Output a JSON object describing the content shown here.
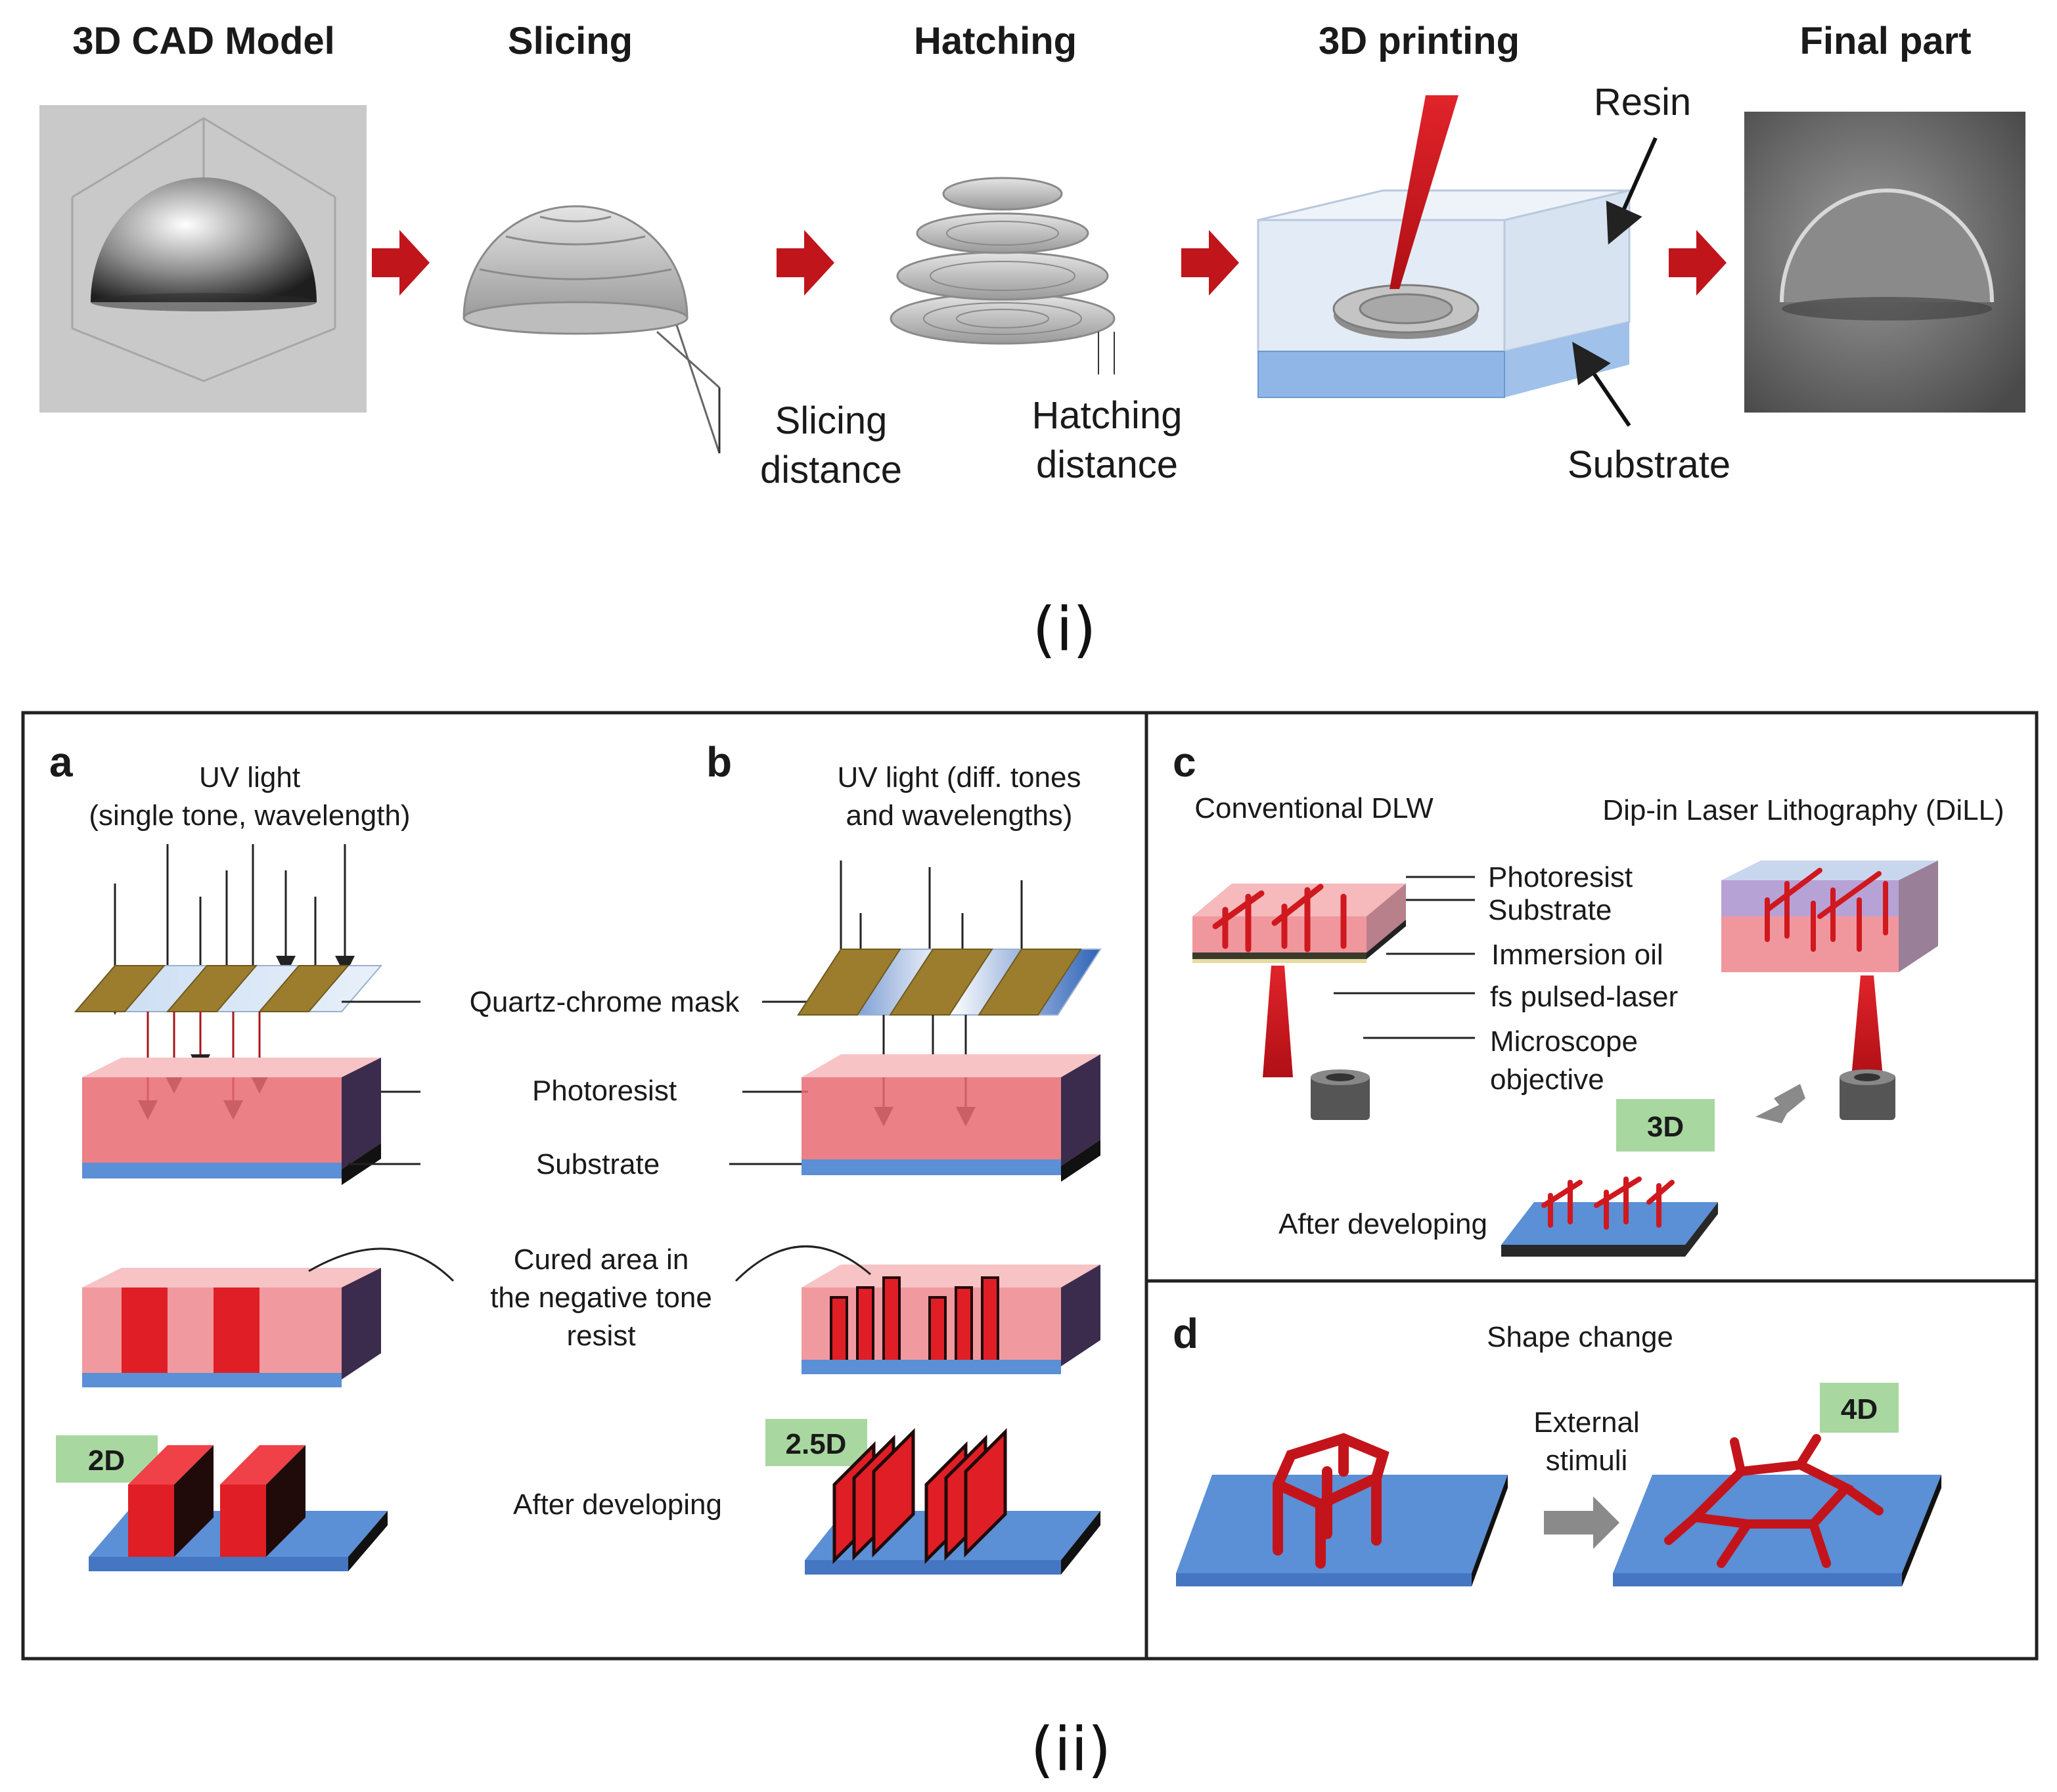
{
  "top": {
    "steps": [
      {
        "title": "3D CAD Model"
      },
      {
        "title": "Slicing"
      },
      {
        "title": "Hatching"
      },
      {
        "title": "3D printing"
      },
      {
        "title": "Final part"
      }
    ],
    "slicing_distance": [
      "Slicing",
      "distance"
    ],
    "hatching_distance": [
      "Hatching",
      "distance"
    ],
    "resin_label": "Resin",
    "substrate_label": "Substrate",
    "caption": "(i)"
  },
  "bottom": {
    "caption": "(ii)",
    "panel_a": {
      "letter": "a",
      "uv_light": [
        "UV light",
        "(single tone, wavelength)"
      ],
      "badge": "2D"
    },
    "panel_b": {
      "letter": "b",
      "uv_light": [
        "UV light (diff. tones",
        "and wavelengths)"
      ],
      "badge": "2.5D"
    },
    "shared_labels": {
      "mask": "Quartz-chrome mask",
      "photoresist": "Photoresist",
      "substrate": "Substrate",
      "cured": [
        "Cured area in",
        "the negative tone",
        "resist"
      ],
      "after_developing": "After developing"
    },
    "panel_c": {
      "letter": "c",
      "conventional": "Conventional DLW",
      "dill": "Dip-in Laser Lithography (DiLL)",
      "labels": [
        "Photoresist",
        "Substrate",
        "Immersion oil",
        "fs pulsed-laser",
        "Microscope",
        "objective"
      ],
      "badge": "3D",
      "after_developing": "After developing"
    },
    "panel_d": {
      "letter": "d",
      "shape_change": "Shape change",
      "external": [
        "External",
        "stimuli"
      ],
      "badge": "4D"
    }
  },
  "colors": {
    "arrow_red": "#c0151b",
    "resist_pink": "#f3a3a6",
    "substrate_blue": "#5b8fd6",
    "mask_gold": "#9c7d2e",
    "badge_green": "#a8d8a0"
  }
}
